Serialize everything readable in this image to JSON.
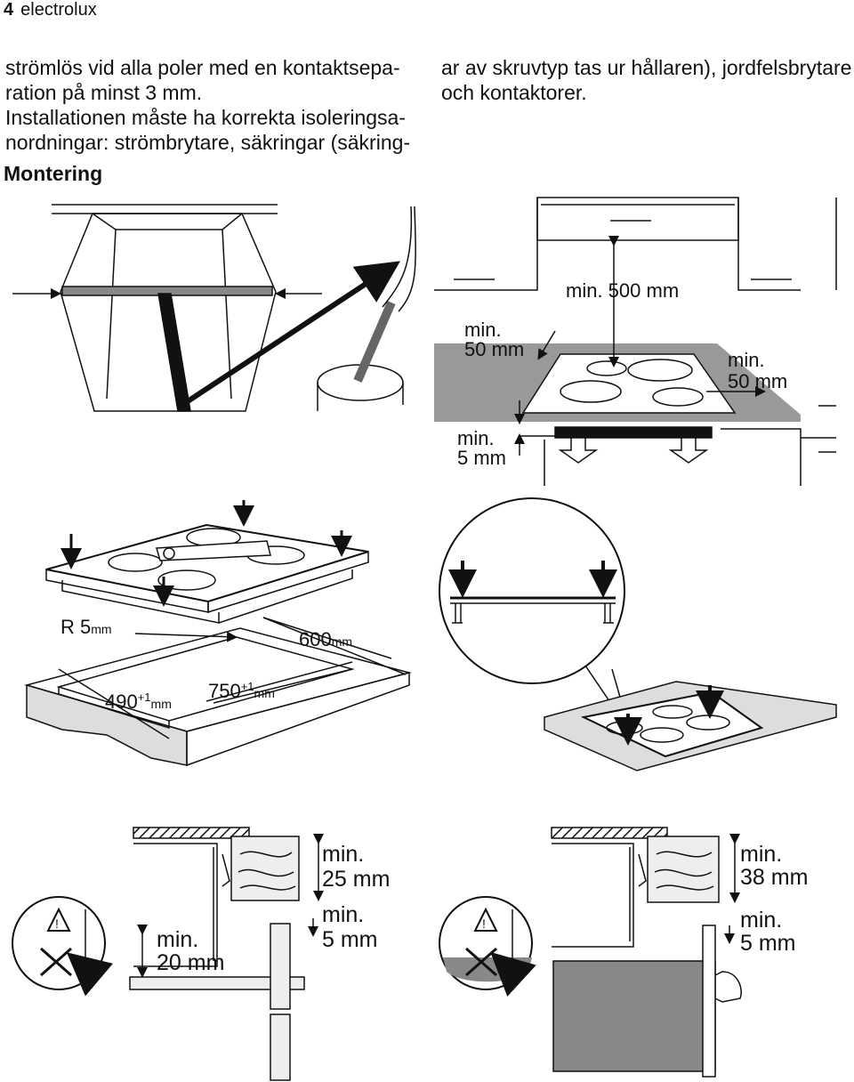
{
  "header": {
    "page_number": "4",
    "brand": "electrolux"
  },
  "text": {
    "left_lines": [
      "strömlös vid alla poler med en kontaktsepa-",
      "ration på minst 3 mm.",
      "Installationen måste ha korrekta isoleringsa-",
      "nordningar: strömbrytare, säkringar (säkring-"
    ],
    "right_lines": [
      "ar av skruvtyp tas ur hållaren), jordfelsbrytare",
      "och kontaktorer."
    ],
    "section_heading": "Montering"
  },
  "labels": {
    "fig2_min500": "min. 500 mm",
    "fig2_min50_left_1": "min.",
    "fig2_min50_left_2": "50 mm",
    "fig2_min50_right_1": "min.",
    "fig2_min50_right_2": "50 mm",
    "fig2_min5_1": "min.",
    "fig2_min5_2": "5 mm",
    "fig3_radius": "R 5",
    "fig3_radius_unit": "mm",
    "fig3_depth_600": "600",
    "fig3_depth_unit": "mm",
    "fig3_w490": "490",
    "fig3_w750": "750",
    "fig3_tol": "+1",
    "fig3_unit": "mm",
    "fig5_min25_1": "min.",
    "fig5_min25_2": "25 mm",
    "fig5_min5_1": "min.",
    "fig5_min5_2": "5 mm",
    "fig5_min20_1": "min.",
    "fig5_min20_2": "20 mm",
    "fig6_min38_1": "min.",
    "fig6_min38_2": "38 mm",
    "fig6_min5_1": "min.",
    "fig6_min5_2": "5 mm",
    "warning_symbol": "!"
  }
}
